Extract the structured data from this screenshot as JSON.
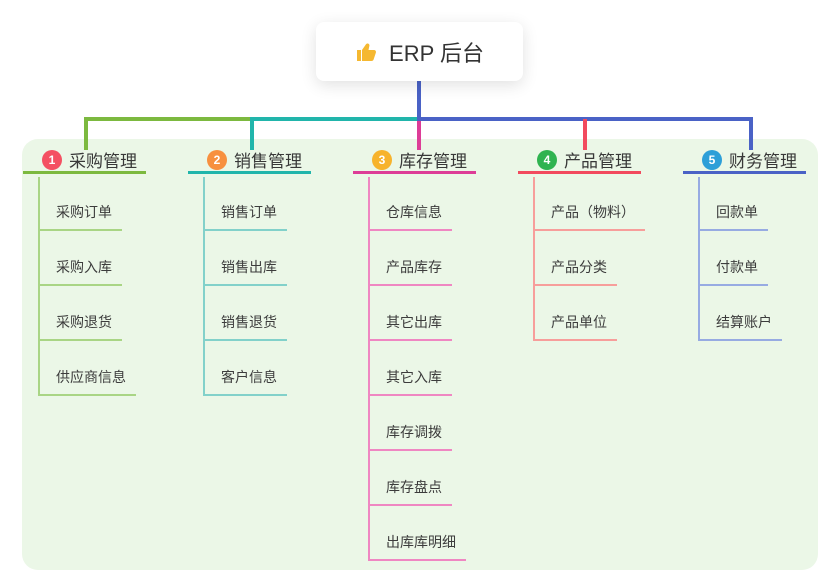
{
  "root": {
    "icon": "thumbs-up-icon",
    "title": "ERP 后台"
  },
  "branches": [
    {
      "num": "1",
      "label": "采购管理",
      "badge_color": "#f45062",
      "line_color": "#7cb93f",
      "child_line_color": "#a9d585",
      "children": [
        "采购订单",
        "采购入库",
        "采购退货",
        "供应商信息"
      ]
    },
    {
      "num": "2",
      "label": "销售管理",
      "badge_color": "#f7903f",
      "line_color": "#21b5ab",
      "child_line_color": "#82d1ca",
      "children": [
        "销售订单",
        "销售出库",
        "销售退货",
        "客户信息"
      ]
    },
    {
      "num": "3",
      "label": "库存管理",
      "badge_color": "#f7b32c",
      "line_color": "#dd3d97",
      "child_line_color": "#ef87c2",
      "children": [
        "仓库信息",
        "产品库存",
        "其它出库",
        "其它入库",
        "库存调拨",
        "库存盘点",
        "出库库明细"
      ]
    },
    {
      "num": "4",
      "label": "产品管理",
      "badge_color": "#2fb350",
      "line_color": "#f24a5e",
      "child_line_color": "#f79e9b",
      "children": [
        "产品（物料）",
        "产品分类",
        "产品单位"
      ]
    },
    {
      "num": "5",
      "label": "财务管理",
      "badge_color": "#2d9fd8",
      "line_color": "#4a62c6",
      "child_line_color": "#97abe2",
      "children": [
        "回款单",
        "付款单",
        "结算账户"
      ]
    }
  ],
  "colors": {
    "panel_bg": "#ebf7e7",
    "root_connector": "#4a62c6",
    "text": "#383838"
  }
}
